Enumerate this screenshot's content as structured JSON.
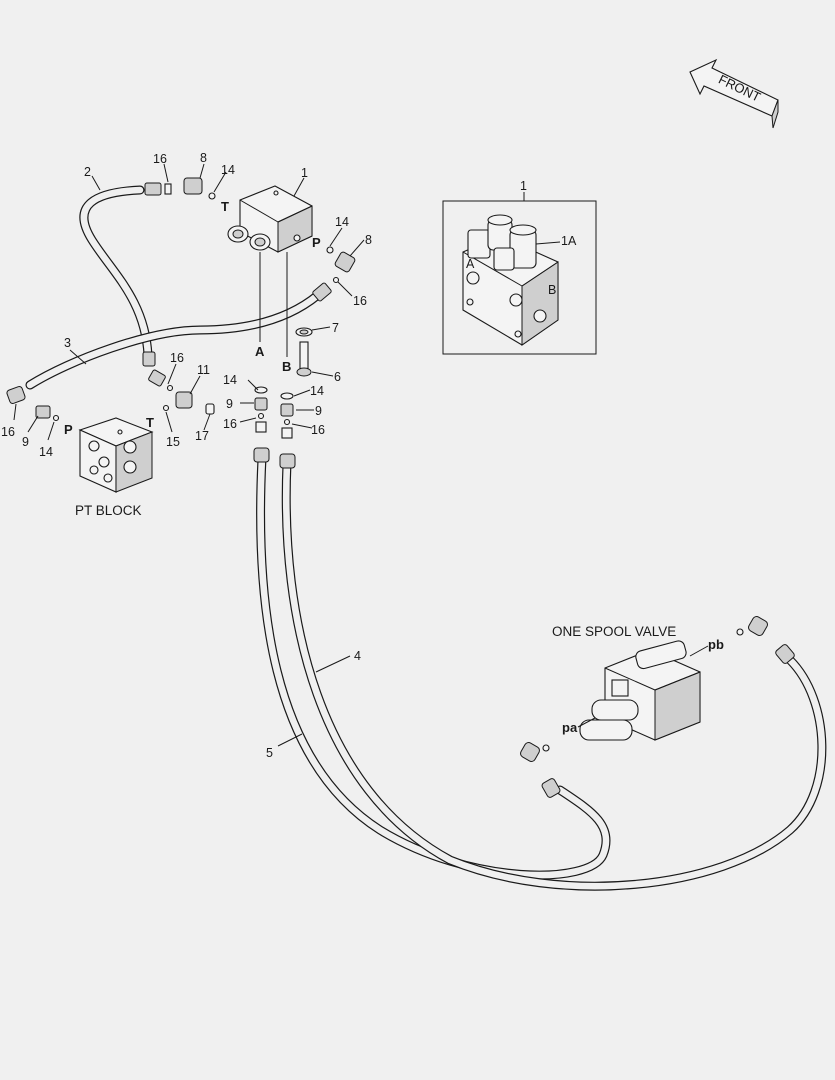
{
  "front_label": "FRONT",
  "captions": {
    "pt_block": "PT BLOCK",
    "one_spool_valve": "ONE SPOOL VALVE"
  },
  "port_labels": {
    "t_valve": "T",
    "p_valve": "P",
    "a": "A",
    "b": "B",
    "p_block": "P",
    "t_block": "T",
    "pa": "pa",
    "pb": "pb",
    "inset_a": "A",
    "inset_b": "B"
  },
  "callouts": {
    "c1": "1",
    "c1_inset": "1",
    "c1a": "1A",
    "c2": "2",
    "c3": "3",
    "c4": "4",
    "c5": "5",
    "c6": "6",
    "c7": "7",
    "c8_top": "8",
    "c8_right": "8",
    "c9_left": "9",
    "c9_a": "9",
    "c9_b": "9",
    "c11": "11",
    "c14_top": "14",
    "c14_right": "14",
    "c14_a": "14",
    "c14_b": "14",
    "c14_left": "14",
    "c15": "15",
    "c16_top": "16",
    "c16_right": "16",
    "c16_mid": "16",
    "c16_a": "16",
    "c16_b": "16",
    "c16_left": "16",
    "c17": "17"
  }
}
